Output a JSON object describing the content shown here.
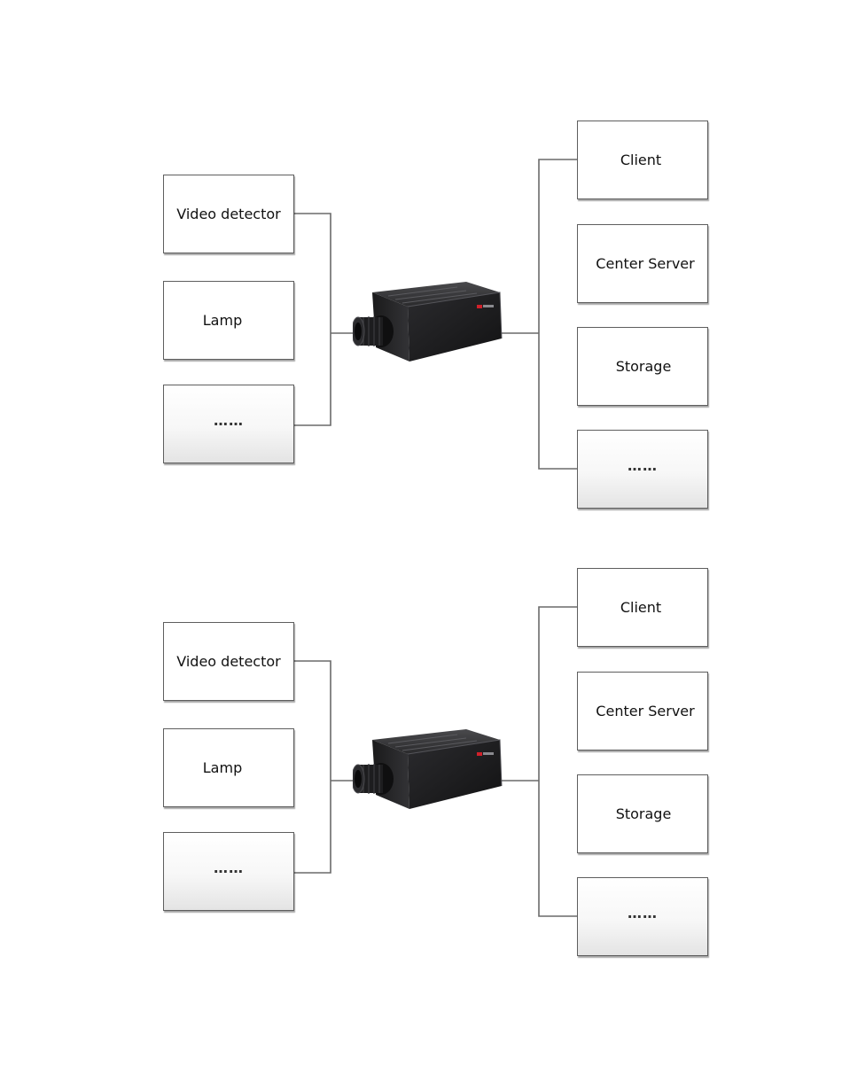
{
  "diagrams": [
    {
      "left_devices": [
        {
          "label": "Video detector"
        },
        {
          "label": "Lamp"
        },
        {
          "label": "……"
        }
      ],
      "right_devices": [
        {
          "label": "Client"
        },
        {
          "label": "Center Server"
        },
        {
          "label": "Storage"
        },
        {
          "label": "……"
        }
      ],
      "center_icon": "camera-icon"
    },
    {
      "left_devices": [
        {
          "label": "Video detector"
        },
        {
          "label": "Lamp"
        },
        {
          "label": "……"
        }
      ],
      "right_devices": [
        {
          "label": "Client"
        },
        {
          "label": "Center Server"
        },
        {
          "label": "Storage"
        },
        {
          "label": "……"
        }
      ],
      "center_icon": "camera-icon"
    }
  ],
  "colors": {
    "line": "#6a6a6a",
    "box_border": "#5e5e5e",
    "camera_body": "#1c1c1e",
    "camera_accent": "#d0202a"
  }
}
